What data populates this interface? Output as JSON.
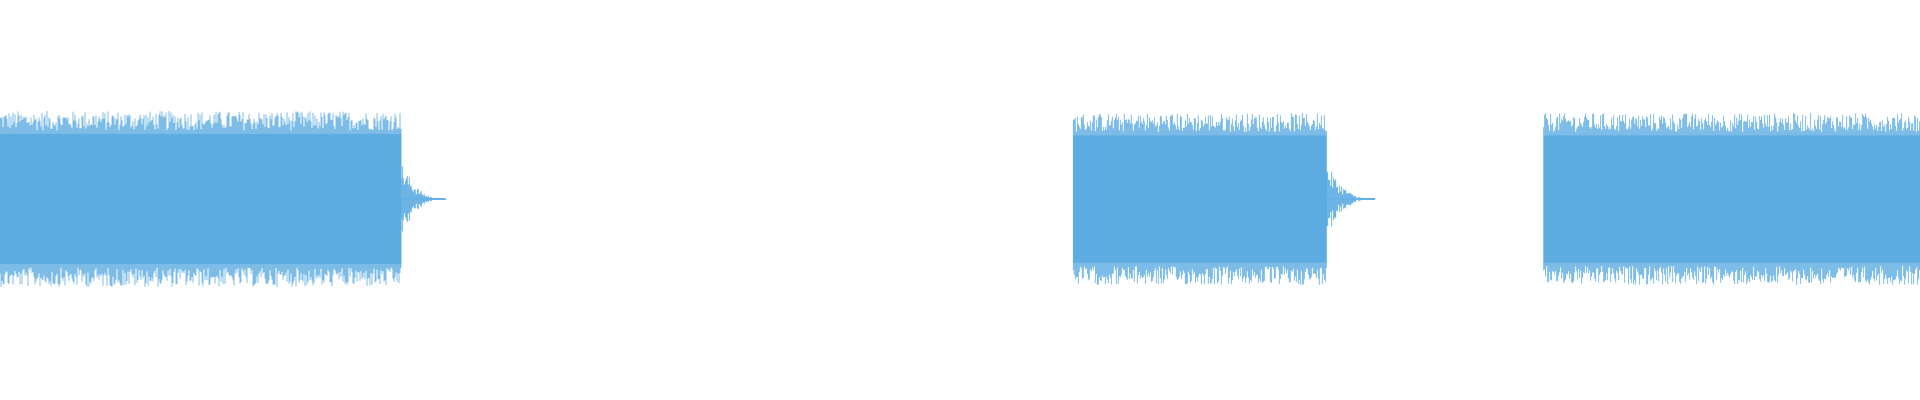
{
  "waveform": {
    "color": "#5dace2",
    "background": "#ffffff",
    "segments": [
      {
        "start_fraction": 0.0,
        "end_fraction": 0.209,
        "tail_end_fraction": 0.232,
        "level": 0.88
      },
      {
        "start_fraction": 0.559,
        "end_fraction": 0.691,
        "tail_end_fraction": 0.716,
        "level": 0.86
      },
      {
        "start_fraction": 0.804,
        "end_fraction": 1.0,
        "tail_end_fraction": 1.0,
        "level": 0.86
      }
    ]
  }
}
